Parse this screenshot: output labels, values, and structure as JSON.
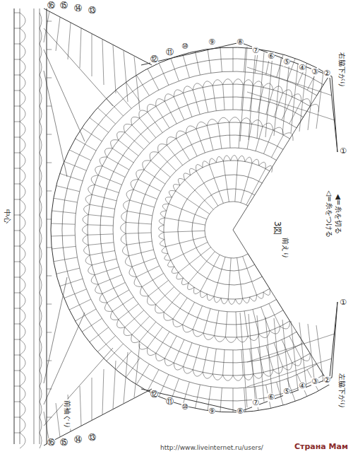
{
  "diagram": {
    "labels": [
      "3図",
      "前えり",
      "◁=糸をつける",
      "◀=糸を切る",
      "右脇下がり",
      "左脇下がり",
      "前袖ぐり",
      "中心",
      "http://www.liveinternet.ru/users/",
      "Страна Мам",
      "⑯",
      "⑮",
      "⑭",
      "⑬",
      "⑫",
      "⑪",
      "⑩",
      "⑨",
      "⑧",
      "⑦",
      "⑥",
      "⑤",
      "④",
      "③",
      "②",
      "①",
      "⑯",
      "⑮",
      "⑭",
      "⑬",
      "⑫",
      "⑪",
      "⑩",
      "⑨",
      "⑧",
      "⑦",
      "⑥",
      "⑤",
      "④",
      "③",
      "②",
      "①"
    ]
  }
}
